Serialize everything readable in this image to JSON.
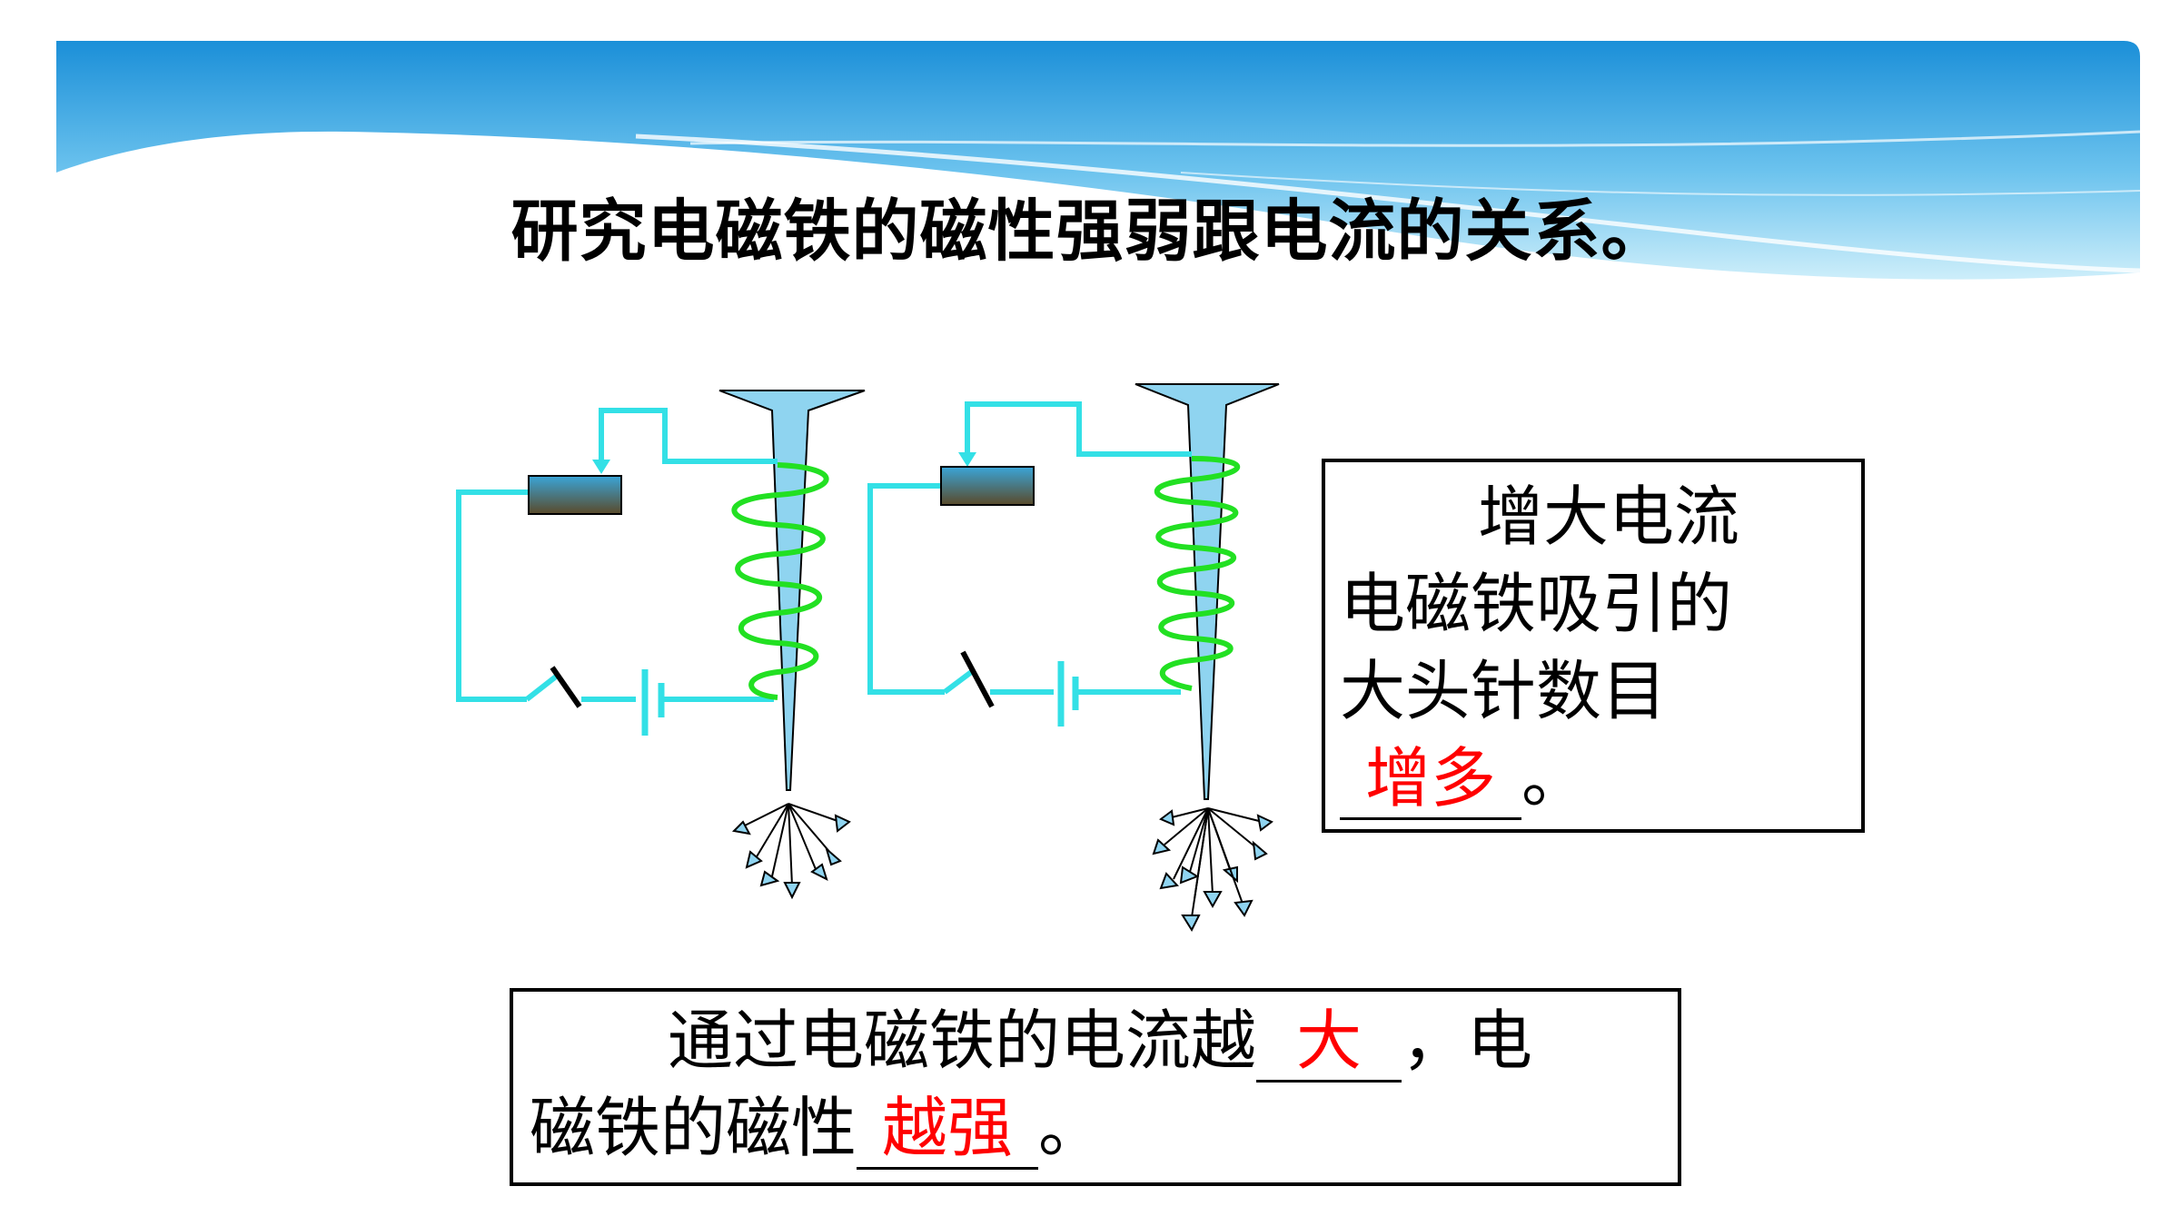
{
  "title": "研究电磁铁的磁性强弱跟电流的关系。",
  "box1": {
    "line1": "增大电流",
    "line2": "电磁铁吸引的",
    "line3": "大头针数目",
    "answer": "增多",
    "tail": "。"
  },
  "box2": {
    "part1": "通过电磁铁的电流越",
    "answer1": "大",
    "part2": "，电",
    "part3": "磁铁的磁性",
    "answer2": "越强",
    "tail": "。"
  },
  "colors": {
    "banner_blue": "#2a9ee0",
    "wire": "#33e0e6",
    "coil": "#22e022",
    "answer": "#ff0000"
  }
}
